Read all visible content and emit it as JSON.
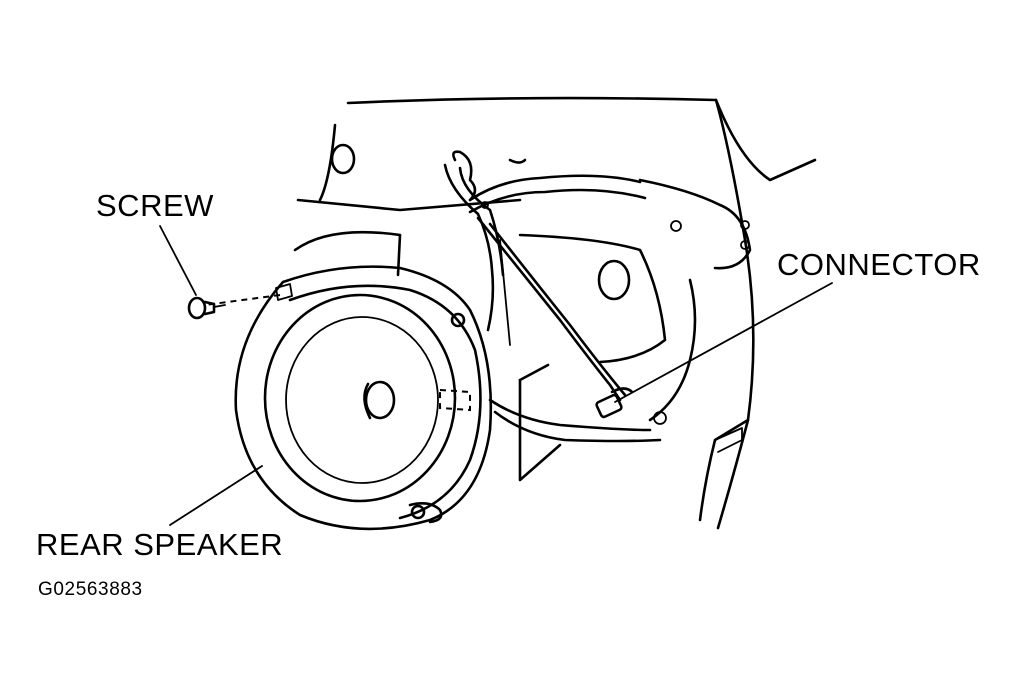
{
  "diagram": {
    "labels": {
      "screw": "SCREW",
      "connector": "CONNECTOR",
      "rear_speaker": "REAR SPEAKER"
    },
    "figure_id": "G02563883"
  }
}
